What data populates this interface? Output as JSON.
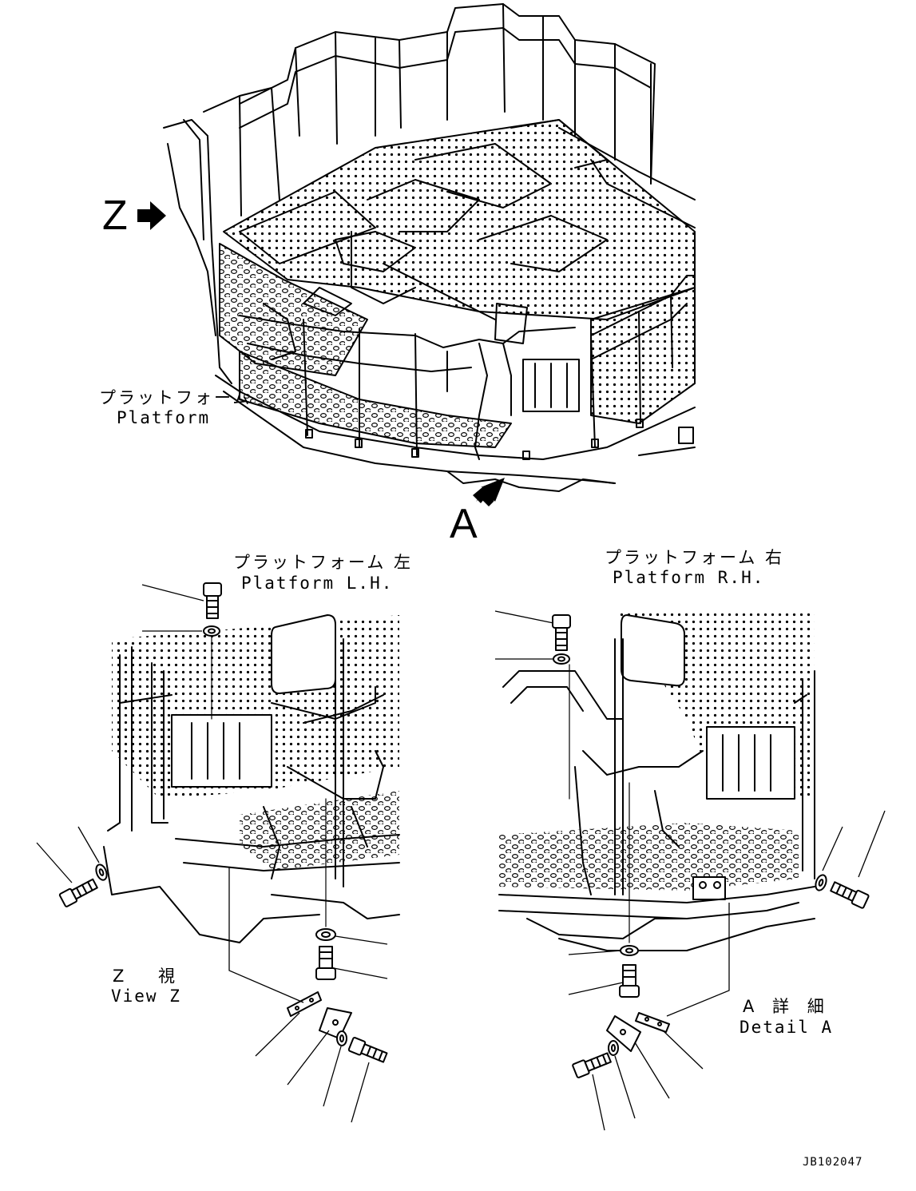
{
  "labels": {
    "z_marker": "Z",
    "a_marker": "A",
    "platform_jp": "プラットフォーム",
    "platform_en": "Platform",
    "platform_lh_jp": "プラットフォーム 左",
    "platform_lh_en": "Platform L.H.",
    "platform_rh_jp": "プラットフォーム 右",
    "platform_rh_en": "Platform R.H.",
    "view_z_jp": "Z 視",
    "view_z_en": "View Z",
    "detail_a_jp": "A 詳 細",
    "detail_a_en": "Detail A",
    "drawing_code": "JB102047"
  },
  "icons": {
    "view_arrow_z": "arrow-right-icon",
    "view_arrow_a": "arrow-up-right-icon"
  },
  "colors": {
    "line": "#000000",
    "background": "#ffffff"
  }
}
